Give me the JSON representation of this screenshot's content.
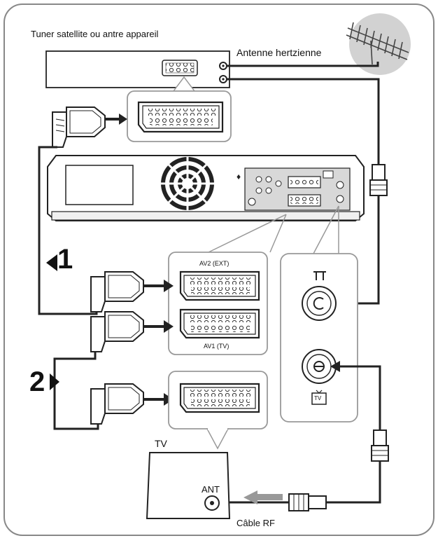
{
  "labels": {
    "tuner": "Tuner satellite ou antre appareil",
    "antenna": "Antenne hertzienne",
    "av2": "AV2 (EXT)",
    "av1": "AV1 (TV)",
    "tv": "TV",
    "ant": "ANT",
    "cable_rf": "Câble RF",
    "step1": "1",
    "step2": "2",
    "tv_icon": "TV"
  }
}
